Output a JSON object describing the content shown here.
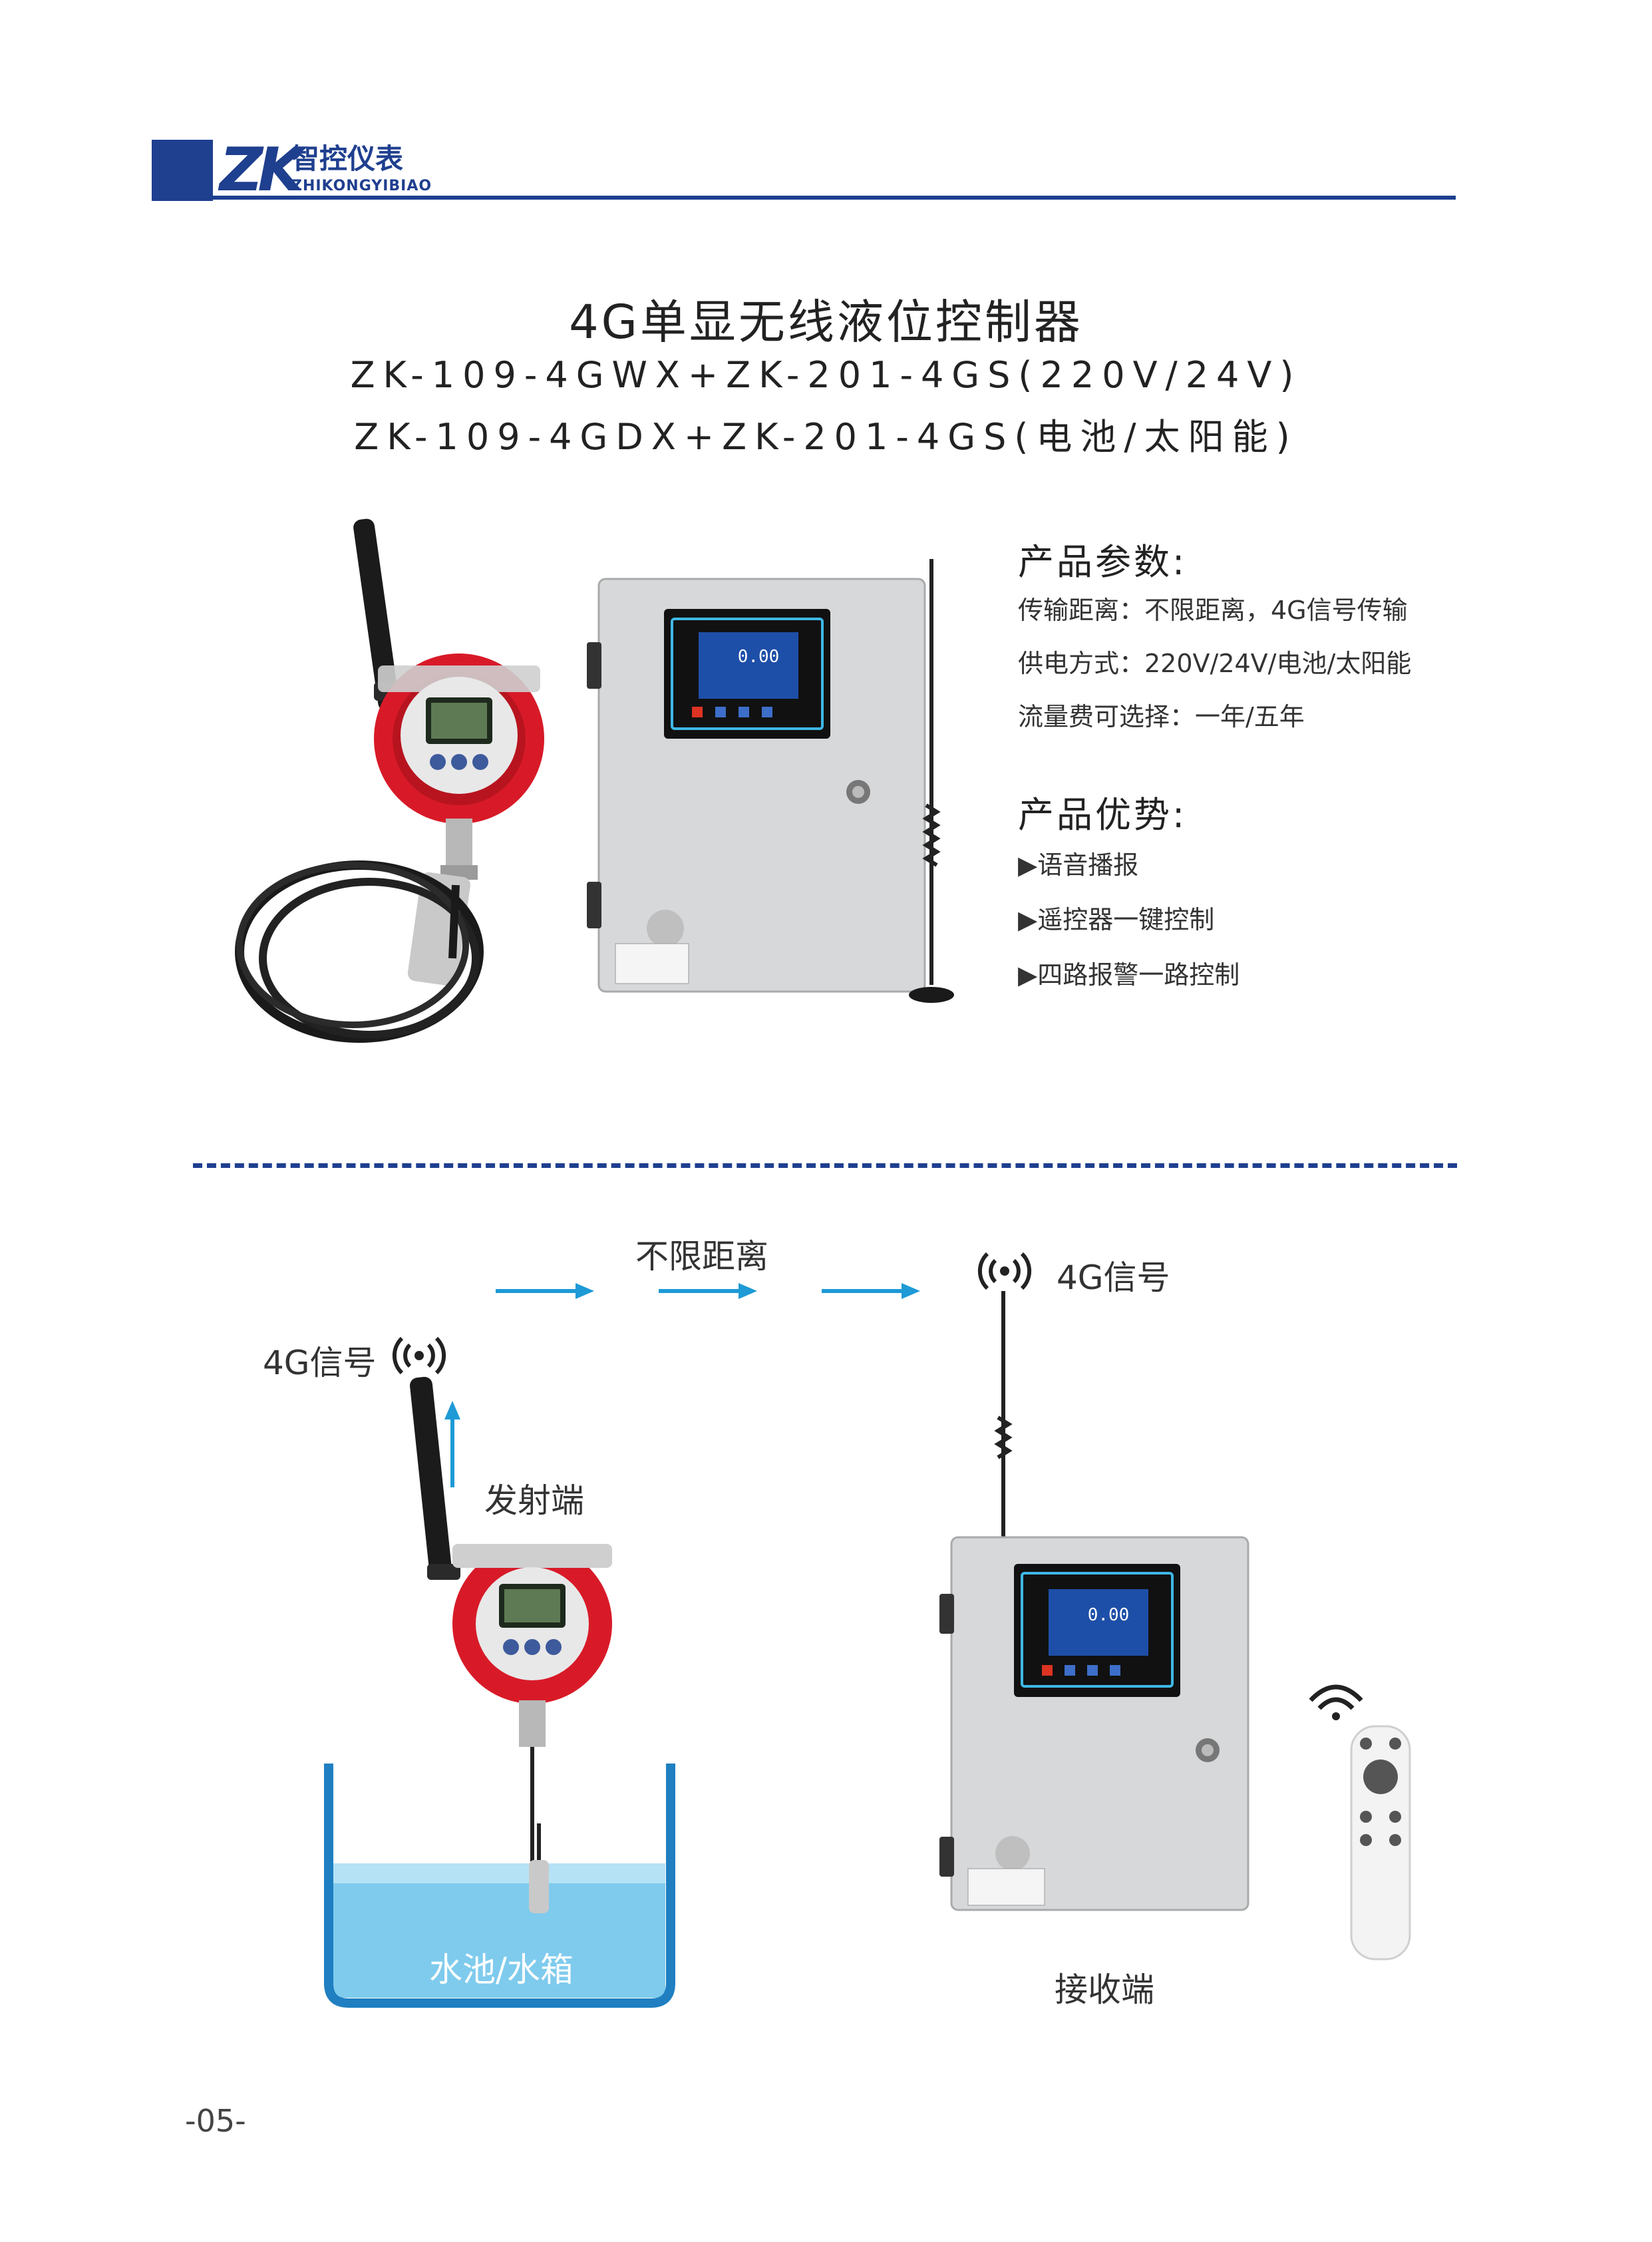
{
  "brand": {
    "logo_text": "ZK",
    "name_cn": "智控仪表",
    "name_en": "ZHIKONGYIBIAO"
  },
  "title": {
    "main": "4G单显无线液位控制器",
    "sub1": "ZK-109-4GWX+ZK-201-4GS(220V/24V)",
    "sub2": "ZK-109-4GDX+ZK-201-4GS(电池/太阳能)"
  },
  "params": {
    "heading": "产品参数:",
    "items": [
      "传输距离：不限距离，4G信号传输",
      "供电方式：220V/24V/电池/太阳能",
      "流量费可选择：一年/五年"
    ]
  },
  "advantages": {
    "heading": "产品优势:",
    "items": [
      "▶语音播报",
      "▶遥控器一键控制",
      "▶四路报警一路控制"
    ]
  },
  "diagram": {
    "distance": "不限距离",
    "signal_receiver": "4G信号",
    "signal_transmitter": "4G信号",
    "transmitter": "发射端",
    "receiver": "接收端",
    "tank": "水池/水箱",
    "display_value": "0.00"
  },
  "page_number": "-05-",
  "colors": {
    "brand_blue": "#1f3f8f",
    "arrow_blue": "#1e9ad6",
    "water": "#2e9ad0",
    "device_red": "#e0202c",
    "cabinet": "#d4d6d8"
  }
}
